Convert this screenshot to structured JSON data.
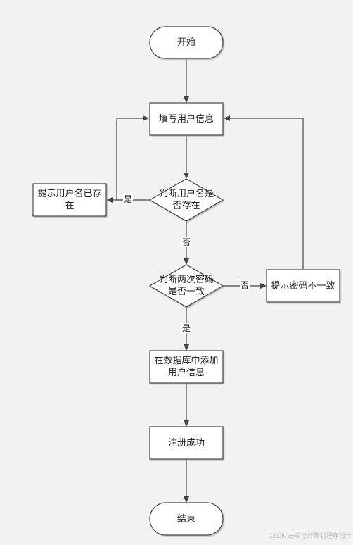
{
  "nodes": {
    "start": "开始",
    "fill_info": "填写用户信息",
    "check_username": "判断用户名是否存在",
    "user_exists": "提示用户名已存在",
    "check_password": "判断两次密码是否一致",
    "password_mismatch": "提示密码不一致",
    "add_to_db": "在数据库中添加用户信息",
    "register_success": "注册成功",
    "end": "结束"
  },
  "edge_labels": {
    "exists_yes": "是",
    "exists_no": "否",
    "match_no": "否",
    "match_yes": "是"
  },
  "watermark": "CSDN @卓杰计算机程序设计"
}
